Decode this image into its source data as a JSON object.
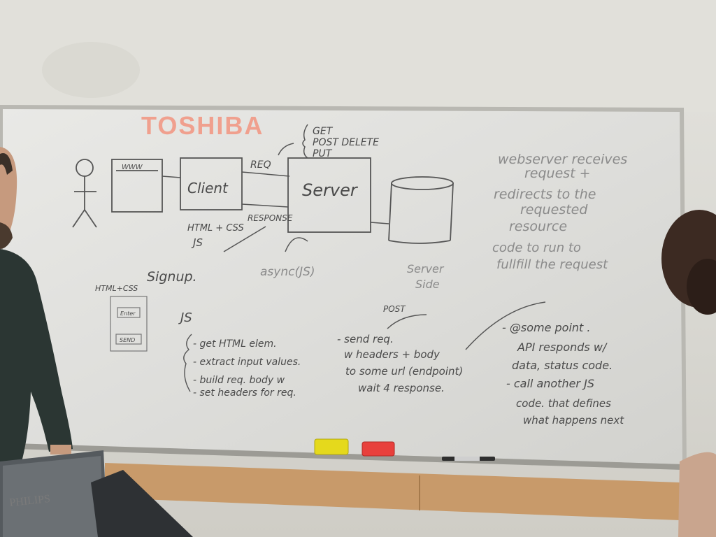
{
  "brand": "TOSHIBA",
  "monitor_brand": "PHILIPS",
  "methods": [
    "GET",
    "POST  DELETE",
    "PUT"
  ],
  "labels": {
    "browser": "WWW",
    "client": "Client",
    "server": "Server",
    "req": "REQ",
    "response": "RESPONSE",
    "html_css_js": [
      "HTML + CSS",
      "JS"
    ],
    "async": "async(JS)",
    "signup": "Signup.",
    "server_side": [
      "Server",
      "Side"
    ],
    "form_html": "HTML+CSS",
    "form_enter": "Enter",
    "form_send": "SEND",
    "post": "POST"
  },
  "notes_right": [
    "webserver receives",
    "request +",
    "redirects to the",
    "requested",
    "resource",
    "code to run to",
    "fullfill the request"
  ],
  "js_steps": {
    "title": "JS",
    "items": [
      "- get HTML elem.",
      "- extract input values.",
      "- build req. body w",
      "- set headers for req."
    ]
  },
  "send_steps": [
    "- send req.",
    "w headers + body",
    "to some url (endpoint)",
    "wait 4 response."
  ],
  "api_notes": [
    "- @some point .",
    "API responds w/",
    "data, status code.",
    "- call another JS",
    "code. that defines",
    "what happens next"
  ]
}
